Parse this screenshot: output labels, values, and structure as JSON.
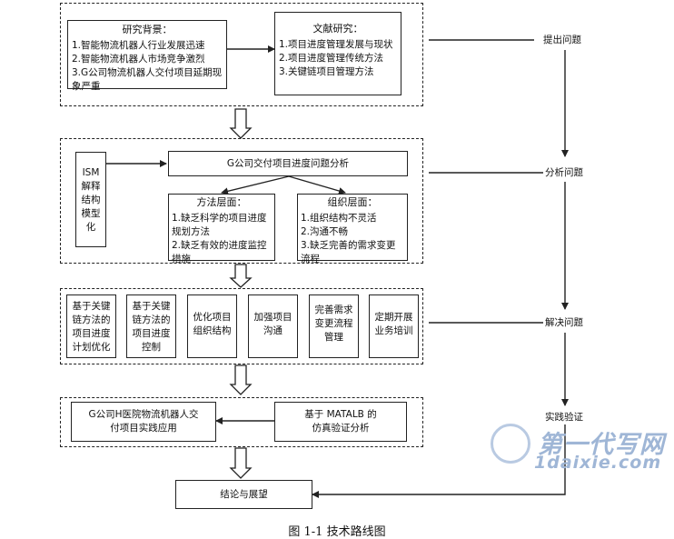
{
  "background_box": {
    "title": "研究背景：",
    "items": [
      "1.智能物流机器人行业发展迅速",
      "2.智能物流机器人市场竞争激烈",
      "3.G公司物流机器人交付项目延期现象严重"
    ]
  },
  "literature_box": {
    "title": "文献研究：",
    "items": [
      "1.项目进度管理发展与现状",
      "2.项目进度管理传统方法",
      "3.关键链项目管理方法"
    ]
  },
  "ism_box": {
    "label": "ISM解释结构模型化"
  },
  "analysis_box": {
    "label": "G公司交付项目进度问题分析"
  },
  "method_box": {
    "title": "方法层面：",
    "items": [
      "1.缺乏科学的项目进度规划方法",
      "2.缺乏有效的进度监控措施"
    ]
  },
  "org_box": {
    "title": "组织层面：",
    "items": [
      "1.组织结构不灵活",
      "2.沟通不畅",
      "3.缺乏完善的需求变更流程"
    ]
  },
  "solutions": [
    "基于关键链方法的项目进度计划优化",
    "基于关键链方法的项目进度控制",
    "优化项目组织结构",
    "加强项目沟通",
    "完善需求变更流程管理",
    "定期开展业务培训"
  ],
  "practice_box": {
    "label": "G公司H医院物流机器人交付项目实践应用"
  },
  "simulation_box": {
    "label": "基于 MATALB 的仿真验证分析"
  },
  "conclusion_box": {
    "label": "结论与展望"
  },
  "stages": {
    "raise": "提出问题",
    "analyze": "分析问题",
    "solve": "解决问题",
    "verify": "实践验证"
  },
  "caption": "图 1-1  技术路线图",
  "watermark": {
    "line1": "第一代写网",
    "line2": "1daixie.com"
  }
}
